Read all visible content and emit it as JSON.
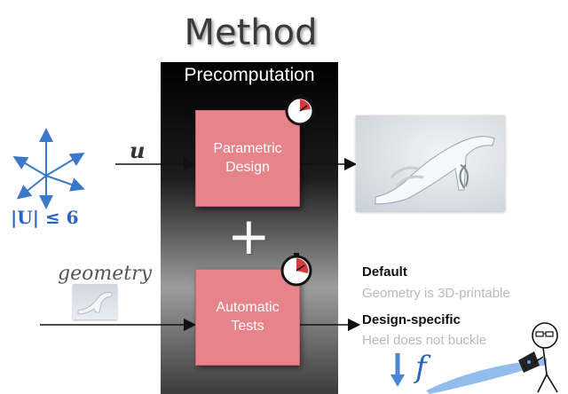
{
  "title": "Method",
  "precomputation": {
    "label": "Precomputation"
  },
  "blocks": {
    "parametric": "Parametric\nDesign",
    "automatic": "Automatic\nTests"
  },
  "inputs": {
    "u_symbol": "u",
    "constraint": "|U| ≤ 6",
    "geometry": "geometry"
  },
  "outputs": {
    "default_heading": "Default",
    "default_desc": "Geometry is 3D-printable",
    "design_heading": "Design-specific",
    "design_desc": "Heel does not buckle"
  },
  "objective_symbol": "f",
  "icons": {
    "clock": "stopwatch-icon",
    "axes": "parameter-axes-icon",
    "plus": "plus-icon",
    "arrow": "down-arrow-icon",
    "user": "stick-figure-laptop-icon"
  },
  "colors": {
    "block_fill": "#e7838a",
    "accent_blue": "#2b63c2",
    "precomp_bg": "#000000"
  }
}
